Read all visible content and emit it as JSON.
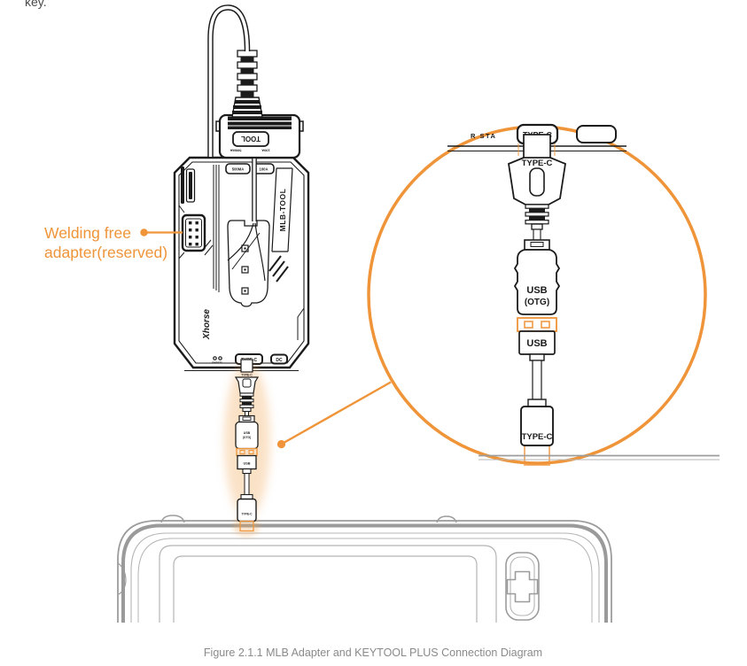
{
  "colors": {
    "accent_orange": "#EF9439",
    "glow_orange": "#F2A858",
    "line_ink": "#1b1b1b",
    "tablet_gray": "#9c9c9c",
    "caption_gray": "#8a8a8a"
  },
  "header": {
    "clipped_text": "key."
  },
  "callout": {
    "line1": "Welding free",
    "line2": "adapter(reserved)"
  },
  "adapter": {
    "model": "MLB-TOOL",
    "brand": "Xhorse",
    "plug_label": "TOOL",
    "rating_ma": "500MA",
    "rating_a": "100A",
    "led_pwr": "PWR",
    "led_sta": "STA",
    "port_typec": "TYPE-C",
    "port_dc": "DC"
  },
  "cable": {
    "typec_top": "TYPE-C",
    "otg_line1": "USB",
    "otg_line2": "(OTG)",
    "usb": "USB",
    "typec_bottom": "TYPE-C"
  },
  "magnifier": {
    "status": "R STA",
    "port_typec": "TYPE-C",
    "plug_typec_top": "TYPE-C",
    "otg_line1": "USB",
    "otg_line2": "(OTG)",
    "usb": "USB",
    "plug_typec_bottom": "TYPE-C"
  },
  "caption": "Figure 2.1.1 MLB Adapter and KEYTOOL PLUS Connection Diagram"
}
